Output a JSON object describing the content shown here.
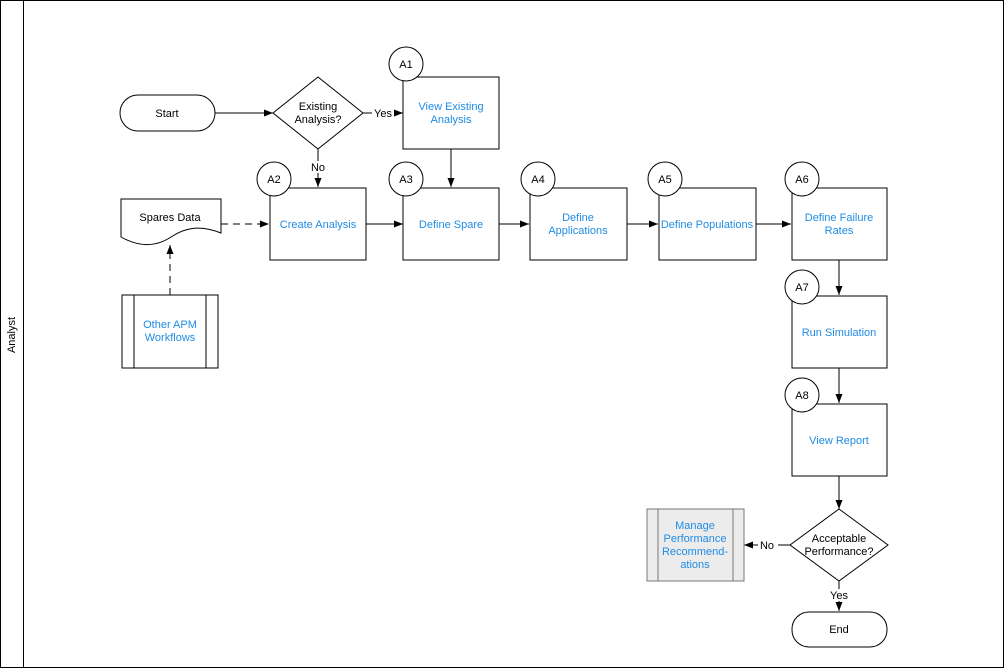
{
  "swimlane": {
    "label": "Analyst"
  },
  "nodes": {
    "start": "Start",
    "existing_decision": [
      "Existing",
      "Analysis?"
    ],
    "view_existing": [
      "View Existing",
      "Analysis"
    ],
    "spares_data": "Spares Data",
    "other_apm": [
      "Other APM",
      "Workflows"
    ],
    "create_analysis": "Create Analysis",
    "define_spare": "Define Spare",
    "define_applications": [
      "Define",
      "Applications"
    ],
    "define_populations": "Define Populations",
    "define_failure_rates": [
      "Define Failure",
      "Rates"
    ],
    "run_simulation": "Run Simulation",
    "view_report": "View Report",
    "acceptable_decision": [
      "Acceptable",
      "Performance?"
    ],
    "manage_recommendations": [
      "Manage",
      "Performance",
      "Recommend-",
      "ations"
    ],
    "end": "End"
  },
  "step_badges": {
    "a1": "A1",
    "a2": "A2",
    "a3": "A3",
    "a4": "A4",
    "a5": "A5",
    "a6": "A6",
    "a7": "A7",
    "a8": "A8"
  },
  "edge_labels": {
    "yes_top": "Yes",
    "no_top": "No",
    "no_bottom": "No",
    "yes_bottom": "Yes"
  },
  "colors": {
    "link_text": "#1f8ce6",
    "stroke": "#000000",
    "subprocess_fill": "#ececec"
  }
}
